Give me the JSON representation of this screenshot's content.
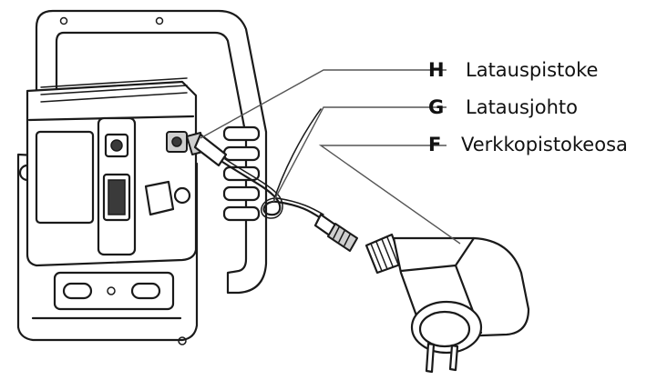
{
  "labels": [
    {
      "letter": "H",
      "text": "Latauspistoke"
    },
    {
      "letter": "G",
      "text": "Latausjohto"
    },
    {
      "letter": "F",
      "text": "Verkkopistokeosa"
    }
  ],
  "colors": {
    "line": "#1a1a1a",
    "leader": "#555555",
    "background": "#ffffff"
  }
}
